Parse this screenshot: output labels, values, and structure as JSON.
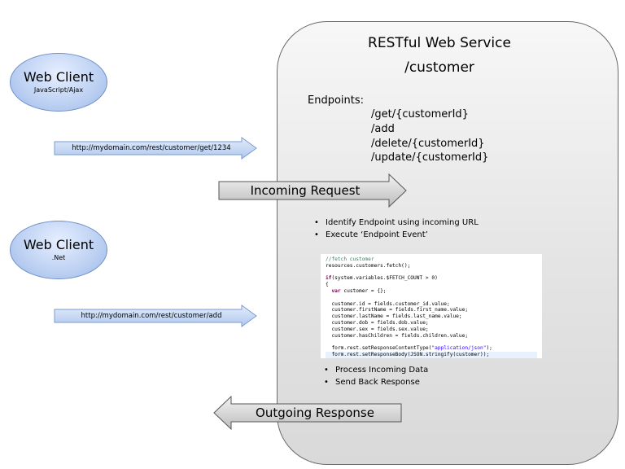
{
  "service": {
    "title": "RESTful Web Service",
    "resource": "/customer",
    "endpoints_label": "Endpoints:",
    "endpoints": [
      "/get/{customerId}",
      "/add",
      "/delete/{customerId}",
      "/update/{customerId}"
    ],
    "steps_before": [
      "Identify Endpoint using incoming URL",
      "Execute ‘Endpoint Event’"
    ],
    "steps_after": [
      "Process Incoming Data",
      "Send Back Response"
    ]
  },
  "clients": [
    {
      "name": "Web Client",
      "sub": "JavaScript/Ajax",
      "url": "http://mydomain.com/rest/customer/get/1234"
    },
    {
      "name": "Web Client",
      "sub": ".Net",
      "url": "http://mydomain.com/rest/customer/add"
    }
  ],
  "arrows": {
    "incoming": "Incoming Request",
    "outgoing": "Outgoing Response"
  },
  "code": {
    "comment": "//fetch customer",
    "fetch": "resources.customers.fetch();",
    "if_kw": "if",
    "if_rest": "(system.variables.$FETCH_COUNT > 0)",
    "open_brace": "{",
    "var_kw": "var",
    "var_rest": " customer = {};",
    "assign_lines": [
      "customer.id = fields.customer_id.value;",
      "customer.firstName = fields.first_name.value;",
      "customer.lastName = fields.last_name.value;",
      "customer.dob = fields.dob.value;",
      "customer.sex = fields.sex.value;",
      "customer.hasChildren = fields.children.value;"
    ],
    "ct_pre": "form.rest.setResponseContentType(",
    "ct_str": "\"application/json\"",
    "ct_post": ");",
    "body_line": "form.rest.setResponseBody(JSON.stringify(customer));"
  },
  "colors": {
    "client_fill": "#bcd0f2",
    "url_arrow_fill": "#c9dbf5",
    "big_arrow_fill": "#d4d4d4",
    "box_fill": "#e4e4e4"
  }
}
